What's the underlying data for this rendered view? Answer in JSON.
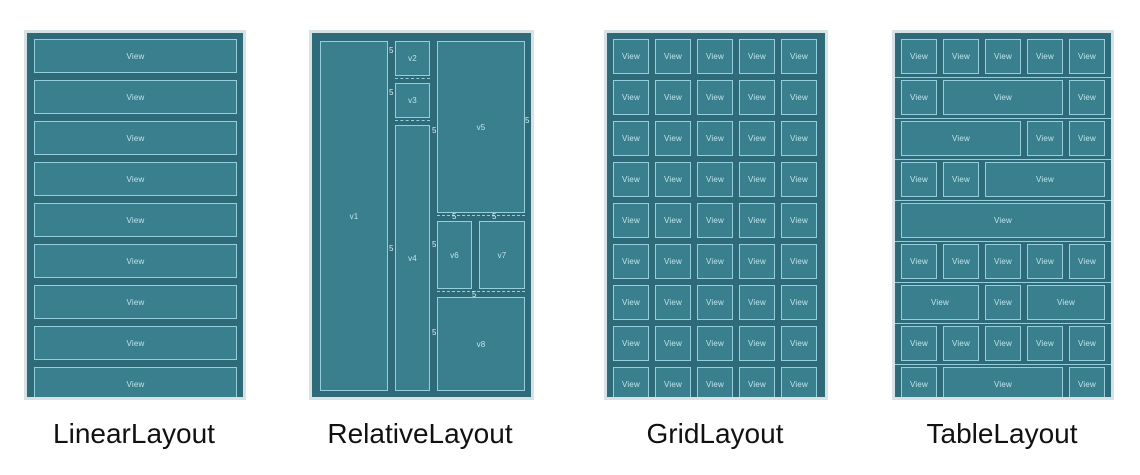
{
  "colors": {
    "canvas_bg": "#2f6a78",
    "cell_bg": "#3a7f8e",
    "cell_border": "#93cfdc",
    "frame": "#d7e2e4",
    "caption": "#111111"
  },
  "linear_layout": {
    "caption": "LinearLayout",
    "view_label": "View"
  },
  "relative_layout": {
    "caption": "RelativeLayout",
    "views": [
      "v1",
      "v2",
      "v3",
      "v4",
      "v5",
      "v6",
      "v7",
      "v8"
    ],
    "margin_mark": "5"
  },
  "grid_layout": {
    "caption": "GridLayout",
    "view_label": "View"
  },
  "table_layout": {
    "caption": "TableLayout",
    "view_label": "View"
  }
}
